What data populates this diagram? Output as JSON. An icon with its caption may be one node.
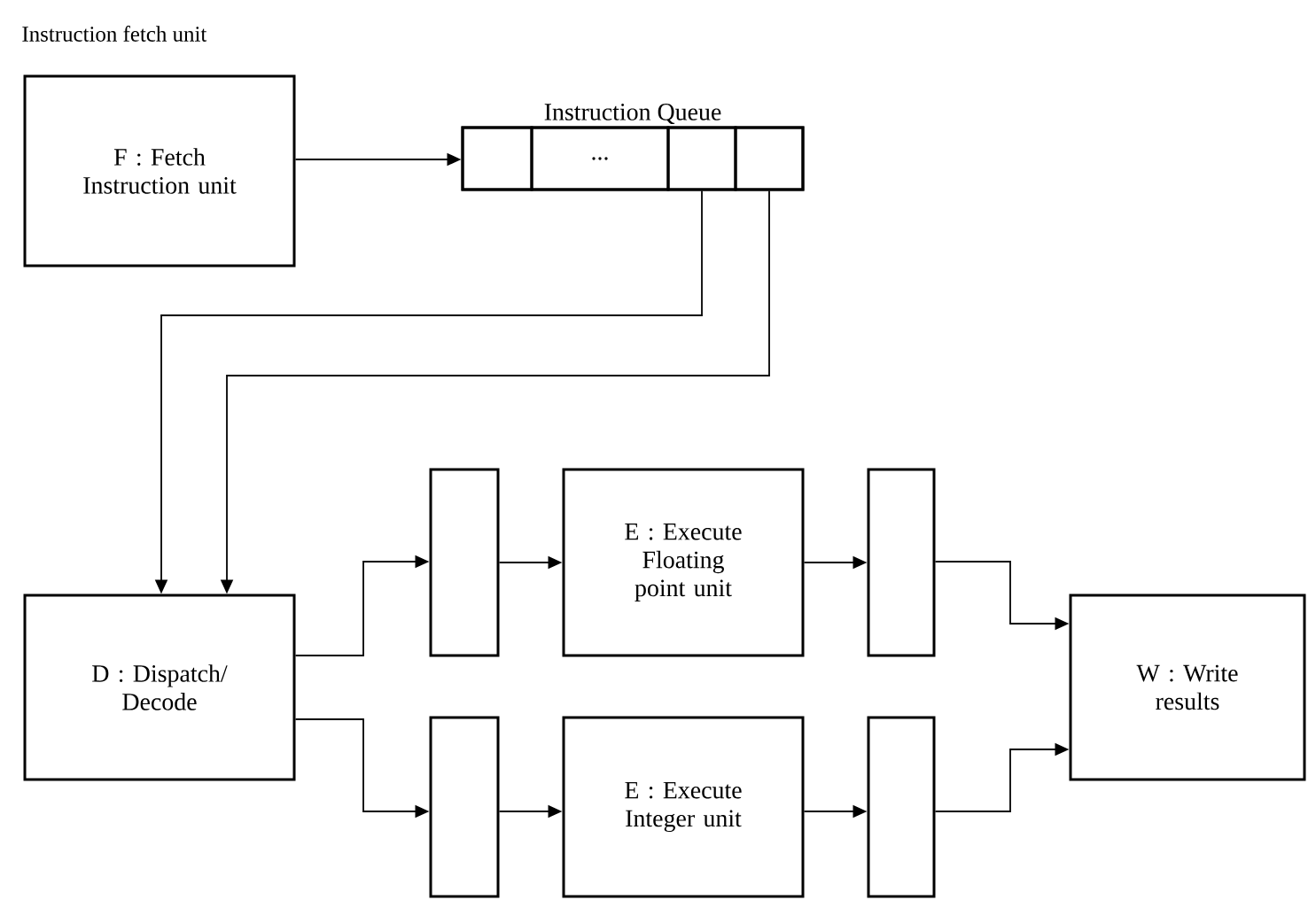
{
  "diagram": {
    "nodes": [
      {
        "text": [
          "F : Fetch Instruction unit"
        ]
      },
      {
        "text": [
          "Instruction Queue"
        ]
      },
      {
        "text": [],
        "shape": "box",
        "in": 1
      },
      {
        "text": [
          "..."
        ],
        "in": 1
      },
      {
        "text": [],
        "shape": "box",
        "in": 1
      },
      {
        "text": [],
        "shape": "box",
        "in": 1
      },
      {
        "text": [
          "D : Dispatch/ Decode"
        ]
      },
      {
        "text": [],
        "shape": "box"
      },
      {
        "text": [
          "E : Execute Floating point unit"
        ]
      },
      {
        "text": [],
        "shape": "box"
      },
      {
        "text": [],
        "shape": "box"
      },
      {
        "text": [
          "E : Execute Integer unit"
        ]
      },
      {
        "text": [],
        "shape": "box"
      },
      {
        "text": [
          "W : Write results"
        ]
      }
    ],
    "edges": [
      {
        "from": 0,
        "to": 1,
        "arrow": "to"
      },
      {
        "from": 4,
        "to": 6,
        "arrow": "to"
      },
      {
        "from": 5,
        "to": 6,
        "arrow": "to"
      },
      {
        "from": 6,
        "to": 7,
        "arrow": "to"
      },
      {
        "from": 6,
        "to": 10,
        "arrow": "to"
      },
      {
        "from": 7,
        "to": 8,
        "arrow": "to"
      },
      {
        "from": 8,
        "to": 9,
        "arrow": "to"
      },
      {
        "from": 9,
        "to": 13,
        "arrow": "to"
      },
      {
        "from": 10,
        "to": 11,
        "arrow": "to"
      },
      {
        "from": 11,
        "to": 12,
        "arrow": "to"
      },
      {
        "from": 12,
        "to": 13,
        "arrow": "to"
      }
    ],
    "labels": [
      "Instruction fetch unit"
    ]
  }
}
